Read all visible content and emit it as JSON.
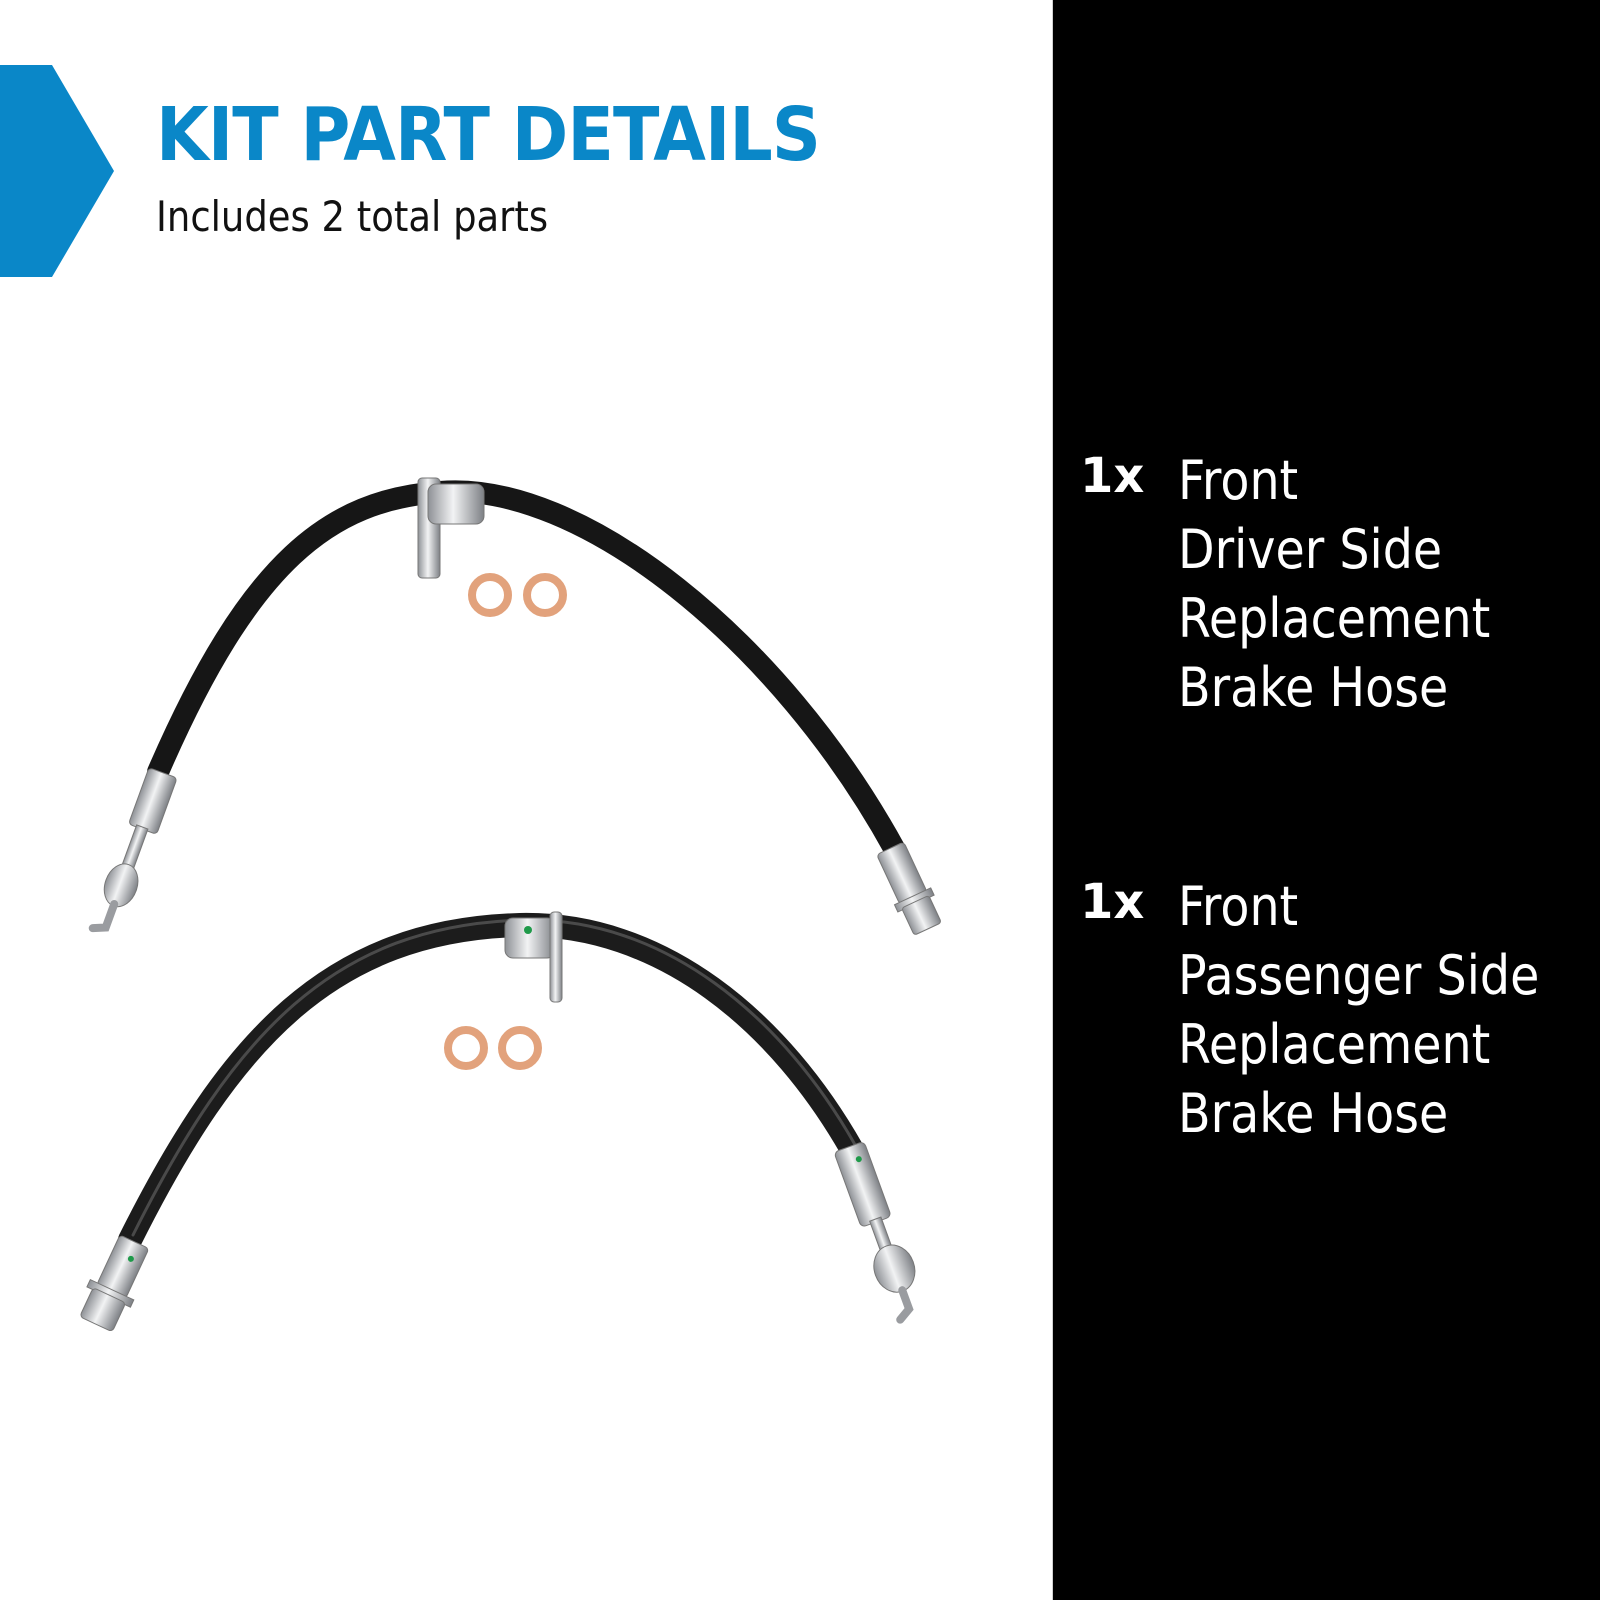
{
  "colors": {
    "accent_blue": "#0a87c8",
    "panel_black": "#000000",
    "background_white": "#ffffff",
    "hose_black": "#161616",
    "washer_copper": "#e2a27c",
    "fitting_silver": "#c7c9cc",
    "marker_green": "#1f9a4a"
  },
  "header": {
    "title": "KIT PART DETAILS",
    "subtitle": "Includes 2 total parts",
    "chevron_icon": "chevron-right-icon"
  },
  "parts": [
    {
      "quantity": "1x",
      "lines": [
        "Front",
        "Driver Side",
        "Replacement",
        "Brake Hose"
      ]
    },
    {
      "quantity": "1x",
      "lines": [
        "Front",
        "Passenger Side",
        "Replacement",
        "Brake Hose"
      ]
    }
  ],
  "product_images": [
    {
      "name": "driver-side-brake-hose",
      "washers": 2
    },
    {
      "name": "passenger-side-brake-hose",
      "washers": 2
    }
  ]
}
